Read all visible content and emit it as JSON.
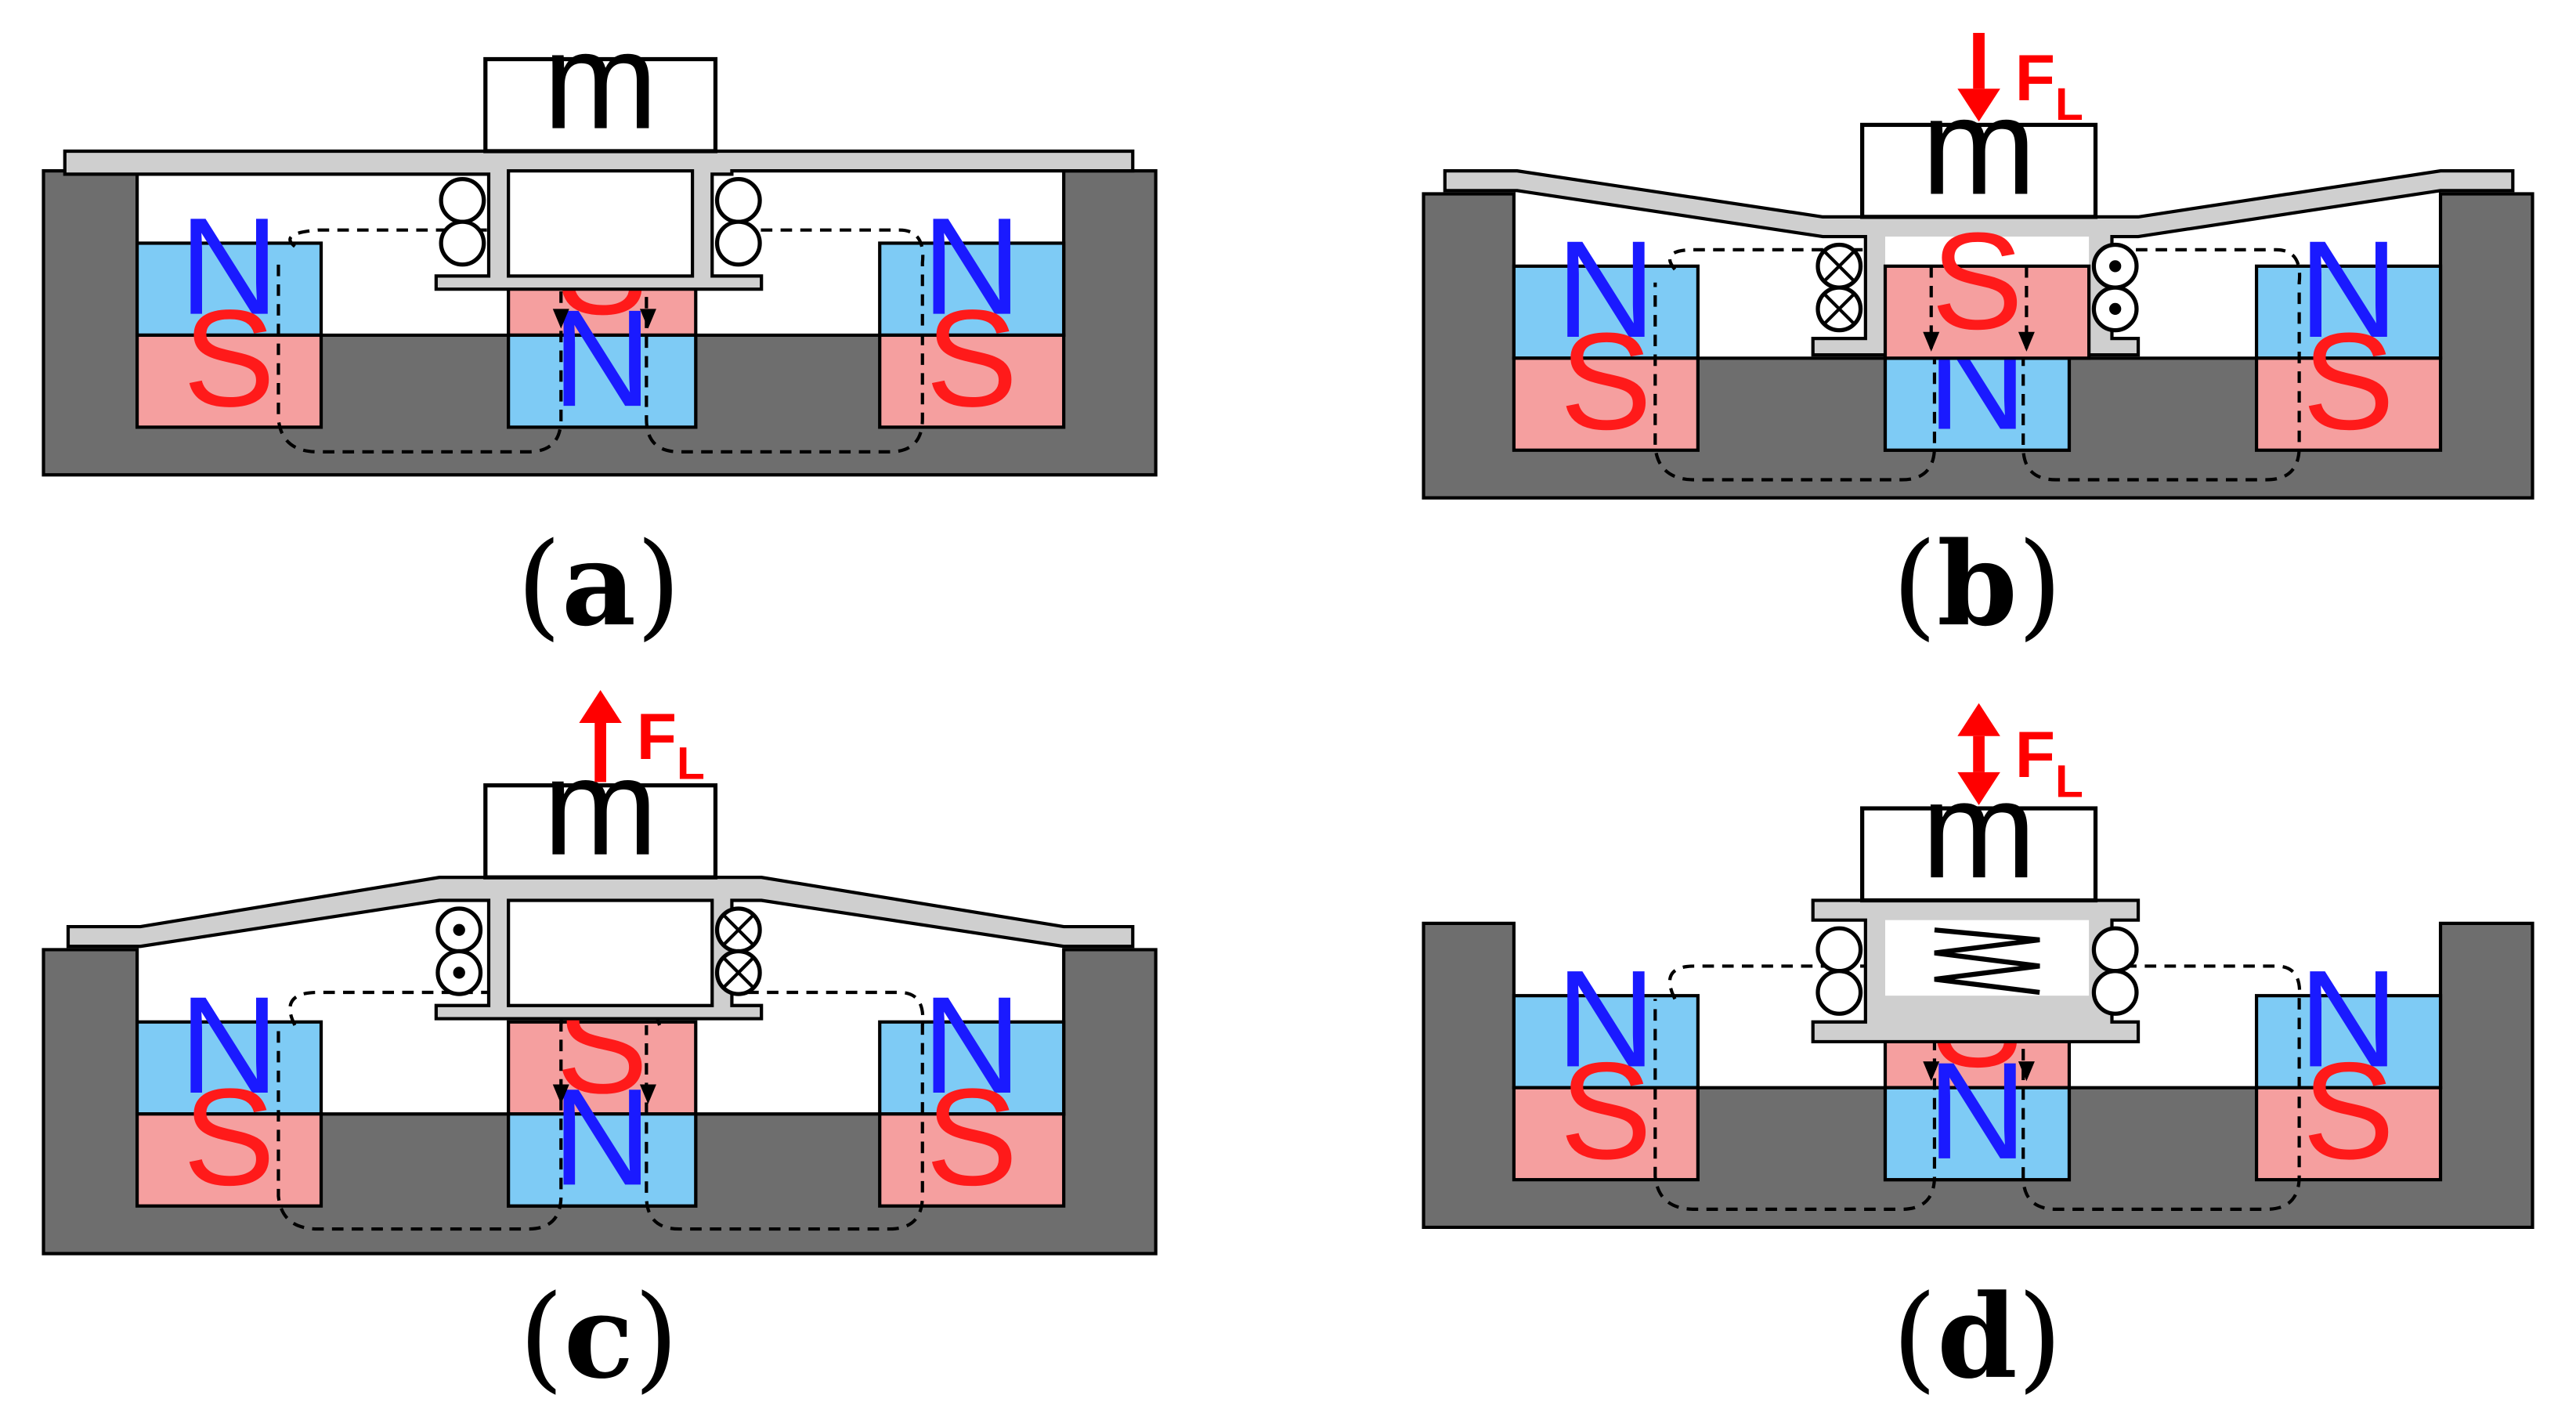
{
  "colors": {
    "housing": "#6e6e6e",
    "plate": "#cfcfcf",
    "north": "#7ecbf5",
    "south": "#f59f9f",
    "north_text": "#1a1aff",
    "south_text": "#ff1a1a",
    "force": "#ff0000",
    "outline": "#000000"
  },
  "labels": {
    "mass": "m",
    "north": "N",
    "south": "S",
    "force_main": "F",
    "force_sub": "L"
  },
  "panels": [
    {
      "id": "a",
      "open": "(",
      "letter": "a",
      "close": ")",
      "force": "none",
      "coil_left": "circles",
      "coil_right": "circles"
    },
    {
      "id": "b",
      "open": "(",
      "letter": "b",
      "close": ")",
      "force": "down",
      "coil_left": "crosses",
      "coil_right": "dots"
    },
    {
      "id": "c",
      "open": "(",
      "letter": "c",
      "close": ")",
      "force": "up",
      "coil_left": "dots",
      "coil_right": "crosses"
    },
    {
      "id": "d",
      "open": "(",
      "letter": "d",
      "close": ")",
      "force": "both",
      "coil_left": "circles",
      "coil_right": "circles"
    }
  ]
}
